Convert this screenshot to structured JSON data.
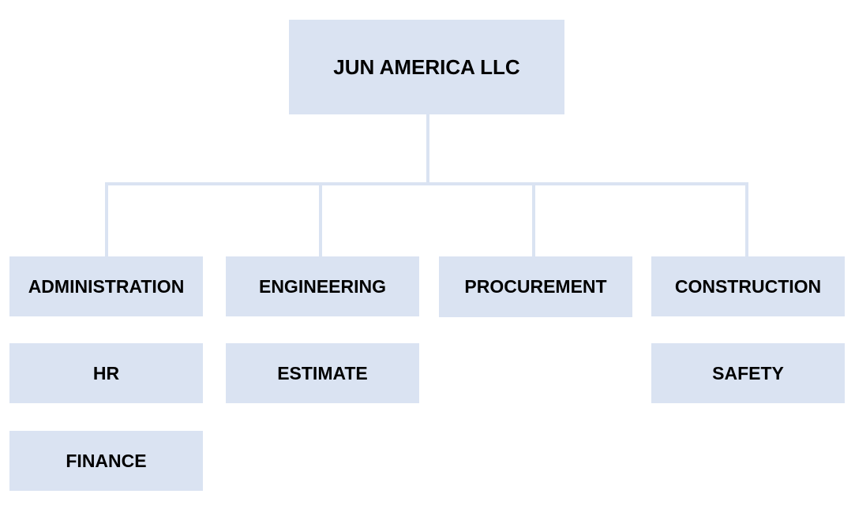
{
  "chart": {
    "root": {
      "label": "JUN AMERICA LLC"
    },
    "departments": [
      {
        "label": "ADMINISTRATION",
        "children": [
          "HR",
          "FINANCE"
        ]
      },
      {
        "label": "ENGINEERING",
        "children": [
          "ESTIMATE"
        ]
      },
      {
        "label": "PROCUREMENT",
        "children": []
      },
      {
        "label": "CONSTRUCTION",
        "children": [
          "SAFETY"
        ]
      }
    ]
  },
  "colors": {
    "node_fill": "#dae3f2",
    "connector": "#dae3f2",
    "text": "#000000",
    "background": "#ffffff"
  }
}
